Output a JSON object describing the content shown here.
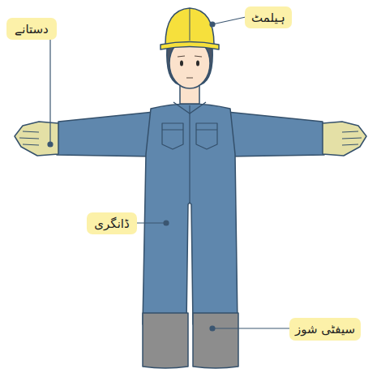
{
  "diagram": {
    "nodes": [
      {
        "text": [
          "ہیلمٹ"
        ]
      },
      {
        "text": [
          "دستانے"
        ]
      },
      {
        "text": [
          "ڈانگری"
        ]
      },
      {
        "text": [
          "سیفٹی شوز"
        ]
      }
    ]
  }
}
